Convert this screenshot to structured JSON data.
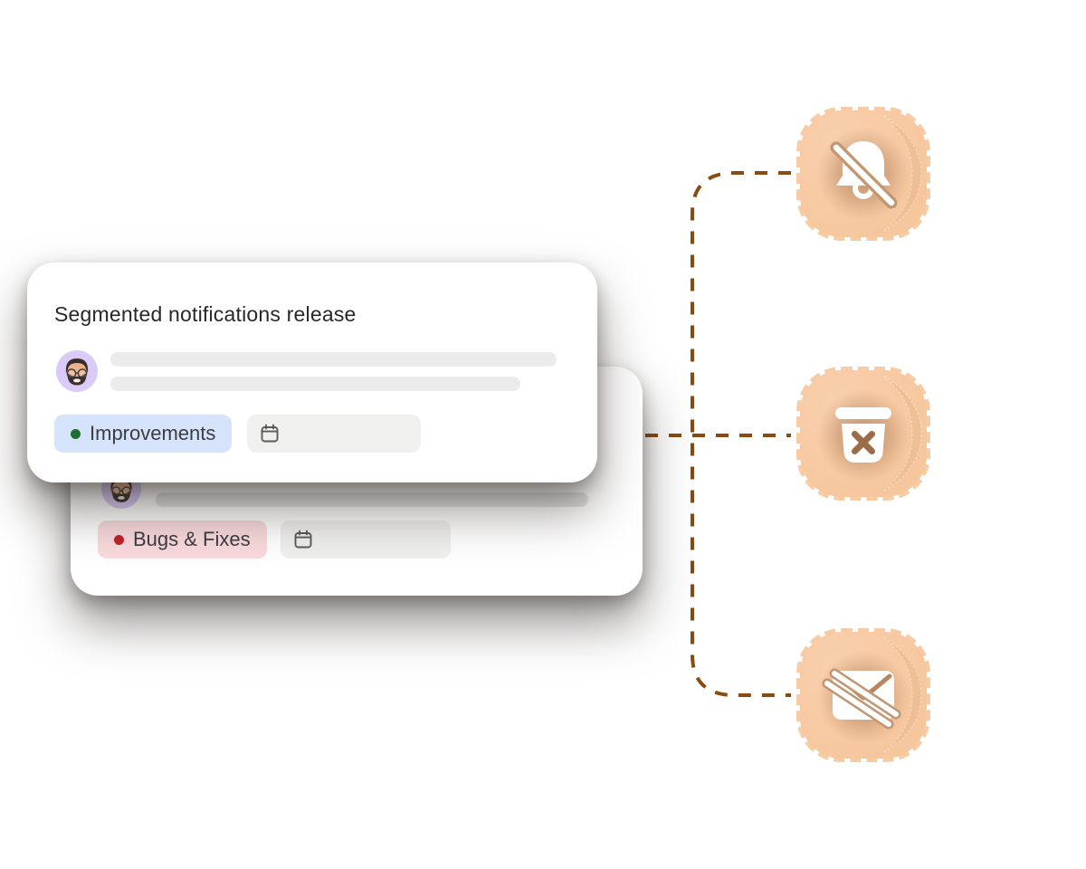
{
  "front_card": {
    "title": "Segmented notifications release",
    "author_avatar": "memoji-man-avatar",
    "category_tag": {
      "label": "Improvements",
      "dot_color": "#1d6f34",
      "bg_color": "#d6e4fb"
    },
    "date_field": {
      "icon": "calendar-icon",
      "value": ""
    }
  },
  "back_card": {
    "author_avatar": "memoji-man-avatar",
    "category_tag": {
      "label": "Bugs & Fixes",
      "dot_color": "#c0232b",
      "bg_color": "#f9dadd"
    },
    "date_field": {
      "icon": "calendar-icon",
      "value": ""
    }
  },
  "connector": {
    "style": "dashed",
    "color": "#8a4a10"
  },
  "notification_actions": [
    {
      "icon": "bell-muted-icon"
    },
    {
      "icon": "trash-delete-icon"
    },
    {
      "icon": "mail-muted-icon"
    }
  ],
  "palette": {
    "card_bg": "#ffffff",
    "sticker_bg": "#f6c69c",
    "skeleton": "#ebebeb",
    "title_text": "#28282c",
    "tag_text": "#3c3c41"
  }
}
